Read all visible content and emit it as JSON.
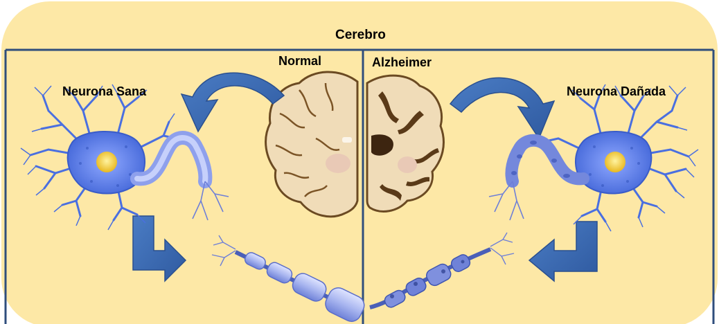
{
  "title": "Cerebro",
  "left_panel": {
    "brain_label": "Normal",
    "neuron_label": "Neurona Sana"
  },
  "right_panel": {
    "brain_label": "Alzheimer",
    "neuron_label": "Neurona Dañada"
  },
  "colors": {
    "background": "#fde8a6",
    "border": "#2f4e7c",
    "arrow": "#3366a8",
    "neuron": "#5b7fe8",
    "nucleus": "#f4d23c",
    "brain_tissue": "#f0dcb8",
    "brain_outline": "#6b4a22"
  },
  "icons": [
    "curved-arrow-icon",
    "elbow-arrow-icon",
    "neuron-icon",
    "brain-section-icon",
    "axon-icon"
  ]
}
